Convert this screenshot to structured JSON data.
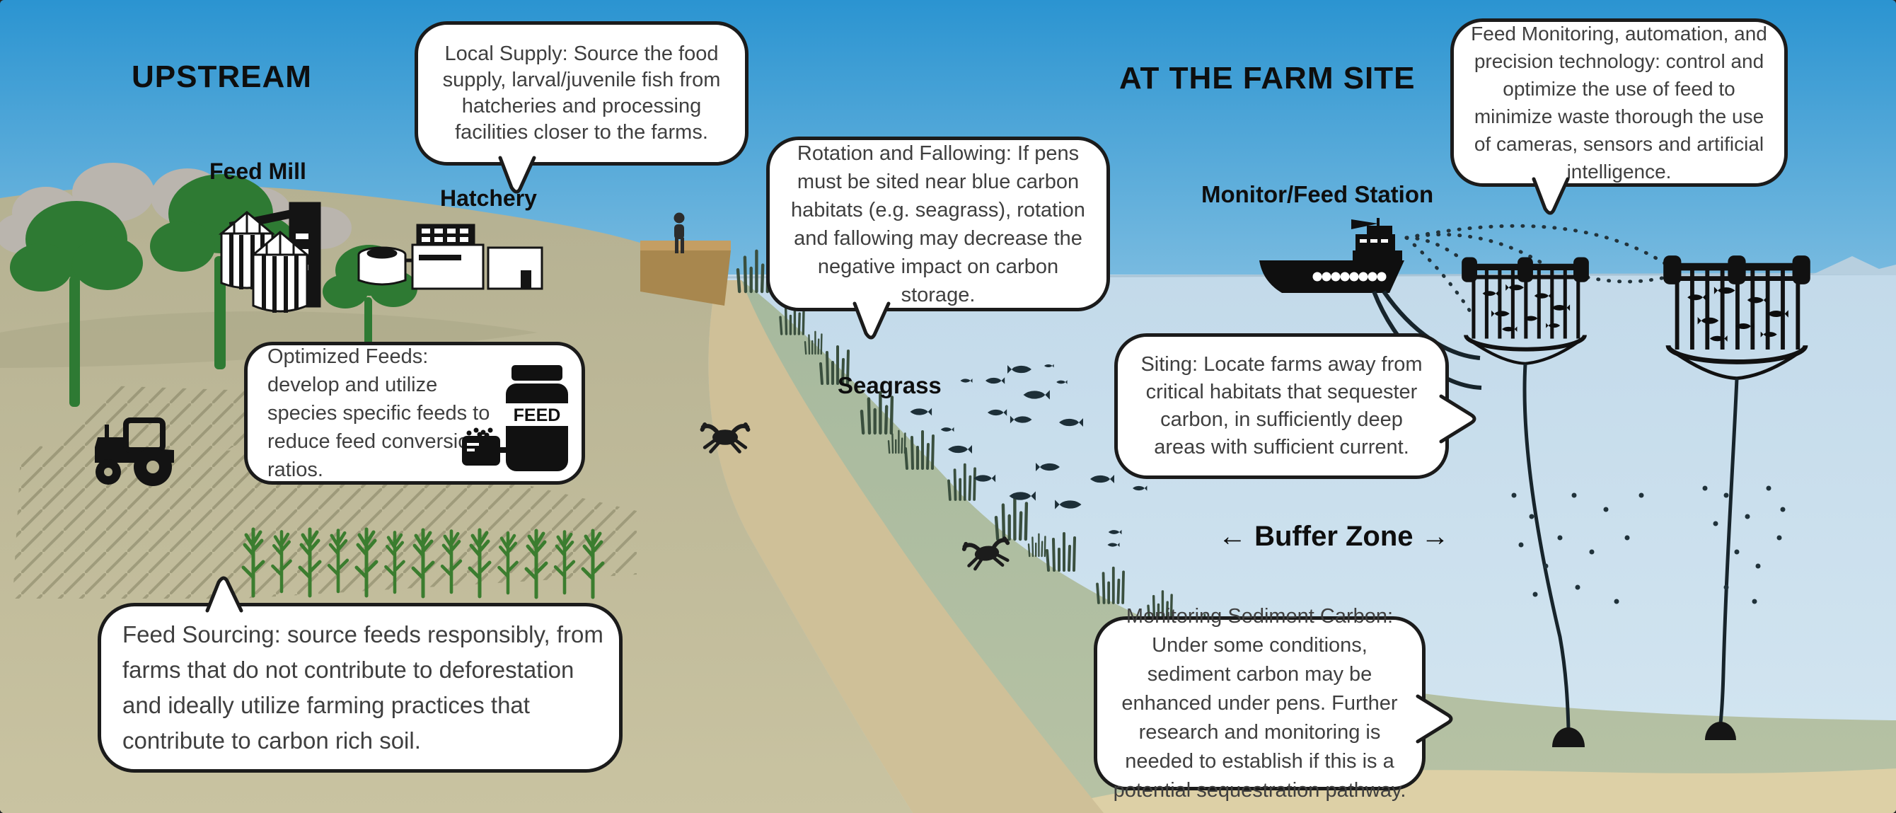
{
  "titles": {
    "upstream": "UPSTREAM",
    "farm_site": "AT THE FARM SITE"
  },
  "labels": {
    "feed_mill": "Feed Mill",
    "hatchery": "Hatchery",
    "seagrass": "Seagrass",
    "monitor_feed_station": "Monitor/Feed Station",
    "buffer_zone": "← Buffer Zone →",
    "feed_jar": "FEED"
  },
  "bubbles": {
    "local_supply": "Local Supply: Source the food supply, larval/juvenile fish from hatcheries and processing facilities closer to the farms.",
    "optimized_feeds": "Optimized Feeds: develop and utilize species specific feeds to reduce feed conversion ratios.",
    "feed_sourcing": "Feed Sourcing: source feeds responsibly, from farms that do not contribute to deforestation and ideally utilize farming practices that contribute to carbon rich soil.",
    "rotation_fallowing": "Rotation and Fallowing: If pens must be sited near blue carbon habitats (e.g. seagrass), rotation and fallowing may decrease the negative impact on carbon storage.",
    "siting": "Siting: Locate farms away from critical habitats that sequester carbon, in sufficiently deep areas with sufficient current.",
    "feed_monitoring": "Feed Monitoring, automation, and precision technology: control and optimize the use of feed to minimize waste thorough the use of cameras, sensors and artificial intelligence.",
    "monitoring_sediment_carbon": "Monitoring Sediment Carbon: Under some conditions, sediment carbon may be enhanced under pens. Further research and monitoring is needed to establish if this is a potential sequestration pathway."
  },
  "colors": {
    "sky_top": "#2b94d1",
    "sea": "#c6dcea",
    "land_olive": "#b5b192",
    "underwater_slope": "#a8bba0",
    "sand": "#d9cba1",
    "tree_green": "#2e7a33",
    "crop_green": "#3b7d2f",
    "silhouette_black": "#141414",
    "bubble_border": "#1b1b1b",
    "bubble_text": "#3f3f3f"
  }
}
